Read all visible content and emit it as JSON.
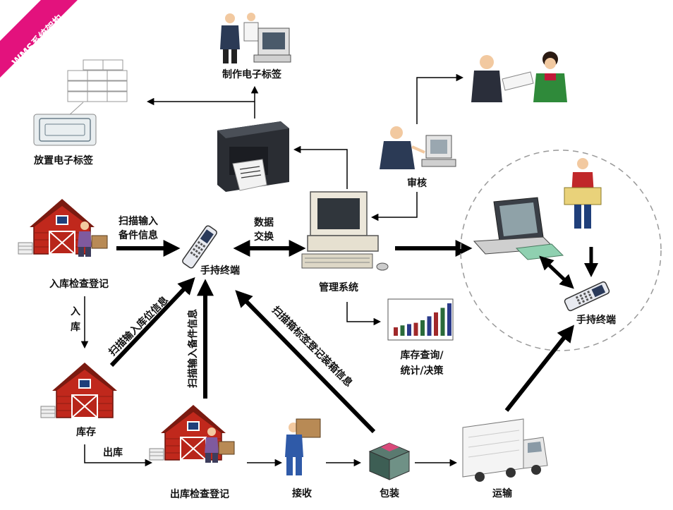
{
  "ribbon": {
    "text": "WMS系统架构",
    "color": "#e3127d"
  },
  "nodes": {
    "make_tag": "制作电子标签",
    "place_tag": "放置电子标签",
    "audit": "审核",
    "inbound_check": "入库检查登记",
    "handheld_main": "手持终端",
    "management": "管理系统",
    "handheld_right": "手持终端",
    "warehouse": "库存",
    "inventory_query_1": "库存查询/",
    "inventory_query_2": "统计/决策",
    "outbound_check": "出库检查登记",
    "receive": "接收",
    "pack": "包装",
    "transport": "运输"
  },
  "edges": {
    "scan_input_1": "扫描输入",
    "scan_input_2": "备件信息",
    "data_1": "数据",
    "data_2": "交换",
    "inbound_1": "入",
    "inbound_2": "库",
    "outbound": "出库",
    "scan_location": "扫描输入库位信息",
    "scan_parts": "扫描输入备件信息",
    "scan_box": "扫描箱标签登记装箱信息"
  },
  "colors": {
    "barn": "#c0281c",
    "arrow": "#000000",
    "accent": "#e3127d"
  },
  "bar_chart": {
    "values": [
      1.3,
      1.6,
      1.8,
      2.0,
      2.4,
      3.0,
      3.6,
      4.3,
      5.0
    ]
  }
}
